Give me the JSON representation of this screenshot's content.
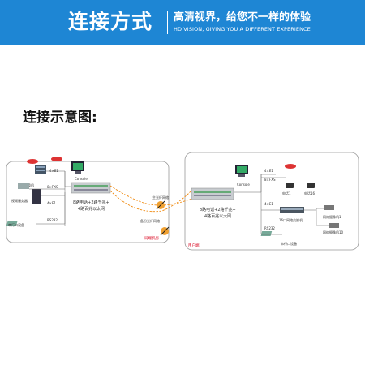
{
  "banner": {
    "title": "连接方式",
    "slogan": "高清视界，给您不一样的体验",
    "subslogan": "HD VISION, GIVING YOU A DIFFERENT EXPERIENCE",
    "colors": {
      "background": "#1e86d4",
      "text": "#ffffff"
    }
  },
  "heading": "连接示意图:",
  "diagram": {
    "left_site": {
      "corner_label": "局端机房",
      "devices": {
        "pbx": "程控交换机",
        "server": "视频服务器",
        "serial": "串行口设备",
        "console": "Console",
        "phone_lines": "8路电话+2路千兆+",
        "ethernet_lines": "4路百兆以太网"
      },
      "links": {
        "e1_top": "4×E1",
        "fxs": "8×FXS",
        "e1_bottom": "4×E1",
        "rs232": "RS232"
      }
    },
    "middle": {
      "main_fiber": "主光纤网络",
      "backup_fiber": "备份光纤网络"
    },
    "right_site": {
      "corner_label": "用户端",
      "devices": {
        "console": "Console",
        "phone_lines": "8路电话+2路千兆+",
        "ethernet_lines": "4路百兆以太网",
        "phone1": "电话1",
        "phone16": "电话16",
        "switch": "16口网络交换机",
        "camera1": "网络摄像机1",
        "camera10": "网络摄像机10",
        "serial": "串行口设备"
      },
      "links": {
        "e1_top": "4×E1",
        "fxs": "8×FXS",
        "e1_bottom": "4×E1",
        "rs232": "RS232"
      }
    },
    "colors": {
      "border": "#999999",
      "fiber": "#f08a10",
      "corner_label": "#d9001b"
    }
  }
}
